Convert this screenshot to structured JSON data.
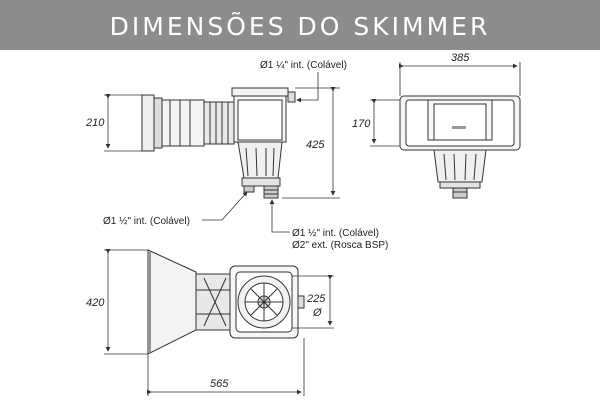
{
  "title": "DIMENSÕES DO SKIMMER",
  "colors": {
    "title_bg": "#8c8c8c",
    "title_fg": "#ffffff",
    "line": "#333333",
    "shade": "#9a9a9a"
  },
  "dimensions": {
    "height_side": "210",
    "height_total": "425",
    "width_front": "385",
    "height_front": "170",
    "depth_top": "420",
    "length_top": "565",
    "basket_diameter": "225",
    "diameter_symbol": "Ø"
  },
  "callouts": {
    "top_connection": "Ø1 ¼\" int. (Colável)",
    "side_connection": "Ø1 ½\" int. (Colável)",
    "bottom_connection_1": "Ø1 ½\" int. (Colável)",
    "bottom_connection_2": "Ø2\" ext. (Rosca BSP)"
  }
}
